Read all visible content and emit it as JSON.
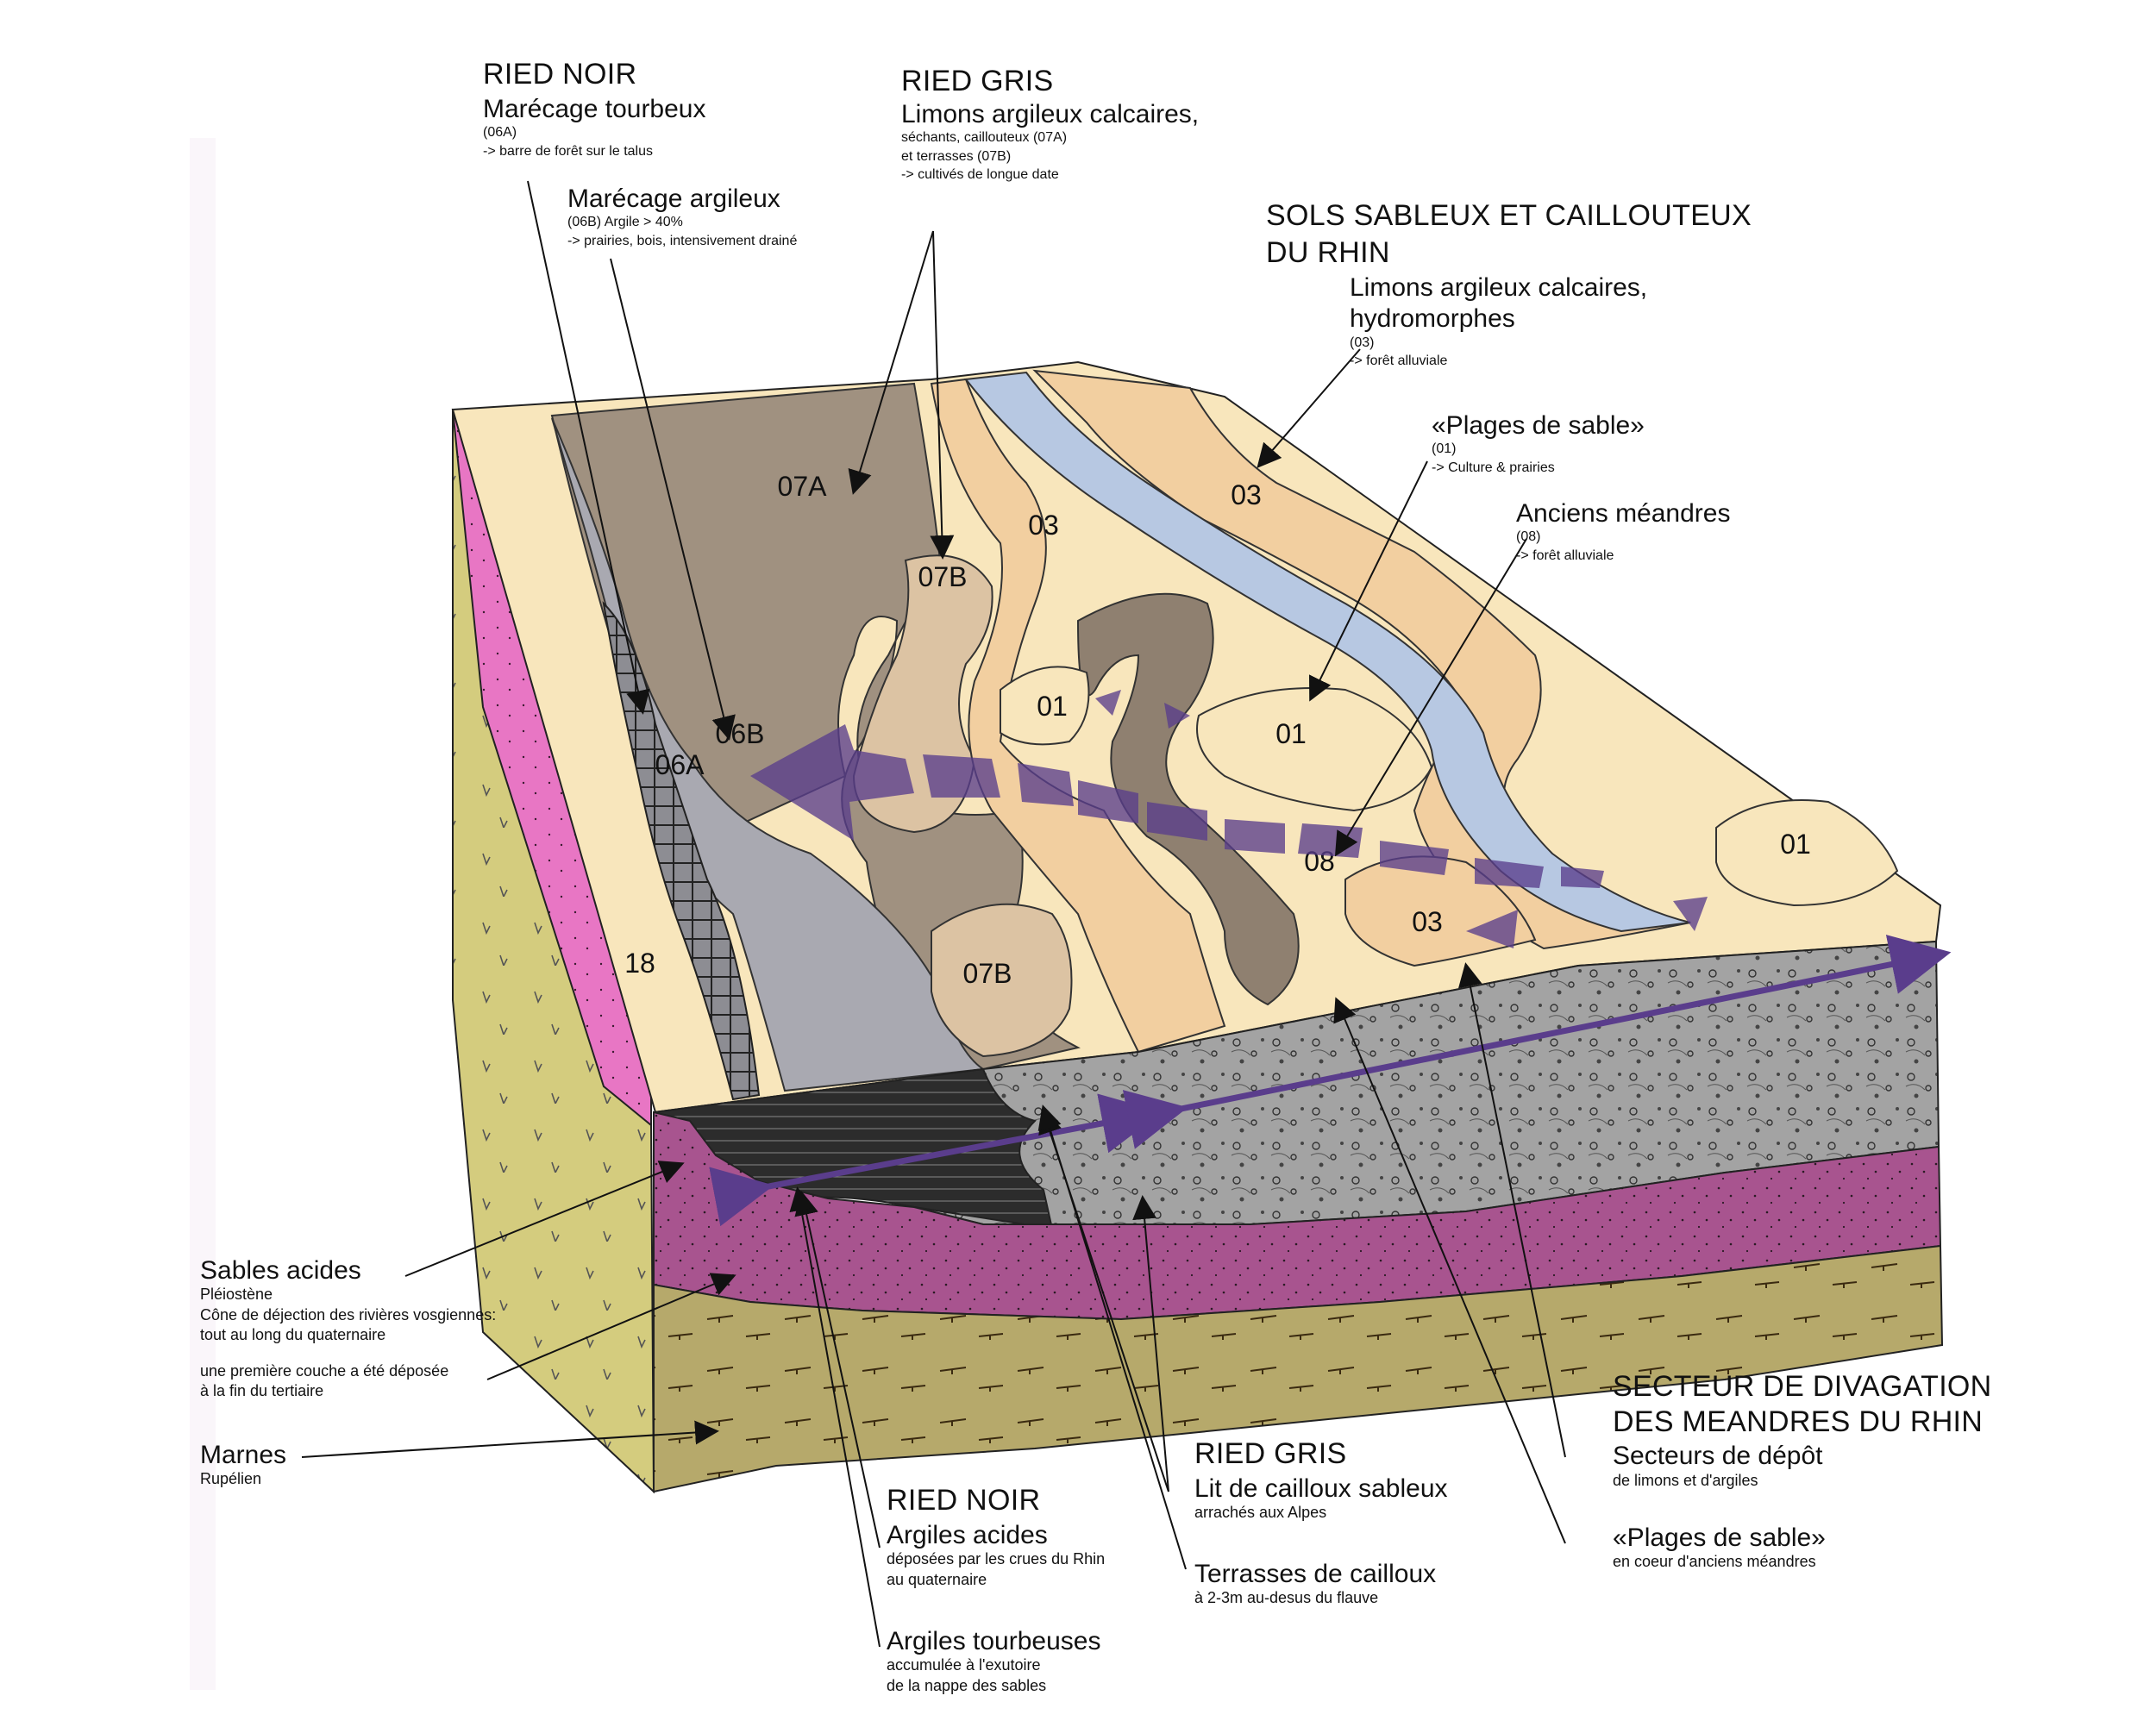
{
  "zones": {
    "z07A": "07A",
    "z07B_top": "07B",
    "z07B_bottom": "07B",
    "z06A": "06A",
    "z06B": "06B",
    "z03_top": "03",
    "z03_mid": "03",
    "z03_front": "03",
    "z01_a": "01",
    "z01_b": "01",
    "z01_c": "01",
    "z08": "08",
    "z18": "18"
  },
  "labels": {
    "ried_noir_top": {
      "title": "RIED NOIR",
      "subtitle": "Marécage tourbeux",
      "code": "(06A)",
      "note": "-> barre de forêt sur le talus"
    },
    "marecage_argileux": {
      "title": "Marécage argileux",
      "code": "(06B) Argile > 40%",
      "note": "-> prairies, bois, intensivement drainé"
    },
    "ried_gris_top": {
      "title": "RIED GRIS",
      "subtitle": "Limons argileux calcaires,",
      "line1": "séchants, caillouteux (07A)",
      "line2": "et terrasses (07B)",
      "line3": "-> cultivés de longue date"
    },
    "sols_sableux": {
      "title1": "SOLS SABLEUX ET CAILLOUTEUX",
      "title2": "DU RHIN"
    },
    "limons_hydro": {
      "title1": "Limons argileux calcaires,",
      "title2": "hydromorphes",
      "code": "(03)",
      "note": "-> forêt alluviale"
    },
    "plages_sable": {
      "title": "«Plages de sable»",
      "code": "(01)",
      "note": "-> Culture & prairies"
    },
    "anciens_meandres": {
      "title": "Anciens méandres",
      "code": "(08)",
      "note": "-> forêt alluviale"
    },
    "sables_acides": {
      "title": "Sables acides",
      "line1": "Pléiostène",
      "line2": "Cône de déjection des rivières vosgiennes:",
      "line3": "tout au long du quaternaire",
      "line4": "une première couche a été déposée",
      "line5": "à la fin du tertiaire"
    },
    "marnes": {
      "title": "Marnes",
      "sub": "Rupélien"
    },
    "ried_noir_bottom": {
      "title": "RIED NOIR",
      "subtitle": "Argiles acides",
      "line1": "déposées par les crues du Rhin",
      "line2": "au quaternaire"
    },
    "argiles_tourbeuses": {
      "title": "Argiles tourbeuses",
      "line1": "accumulée à l'exutoire",
      "line2": "de la nappe des sables"
    },
    "ried_gris_bottom": {
      "title": "RIED GRIS",
      "subtitle": "Lit de cailloux sableux",
      "line1": "arrachés aux Alpes"
    },
    "terrasses": {
      "title": "Terrasses de cailloux",
      "line1": "à 2-3m au-desus du flauve"
    },
    "secteur": {
      "title1": "SECTEUR DE DIVAGATION",
      "title2": "DES MEANDRES DU RHIN",
      "subtitle": "Secteurs de dépôt",
      "line1": "de limons et d'argiles"
    },
    "plages_bottom": {
      "title": "«Plages de sable»",
      "line1": "en coeur d'anciens méandres"
    }
  },
  "colors": {
    "stratum_07A": "#a09180",
    "stratum_07B": "#dcc3a3",
    "stratum_06B": "#a9a9b1",
    "stratum_08": "#8f8070",
    "stratum_03": "#f2cfa0",
    "stratum_01": "#f8e6bc",
    "river": "#b7c8e2",
    "pink_layer": "#e876c4",
    "purple_layer": "#a8548f",
    "marl": "#b6a96b",
    "left_face": "#d4cc7e",
    "gravel": "#a3a3a3",
    "arrow": "#5a3d8c"
  }
}
